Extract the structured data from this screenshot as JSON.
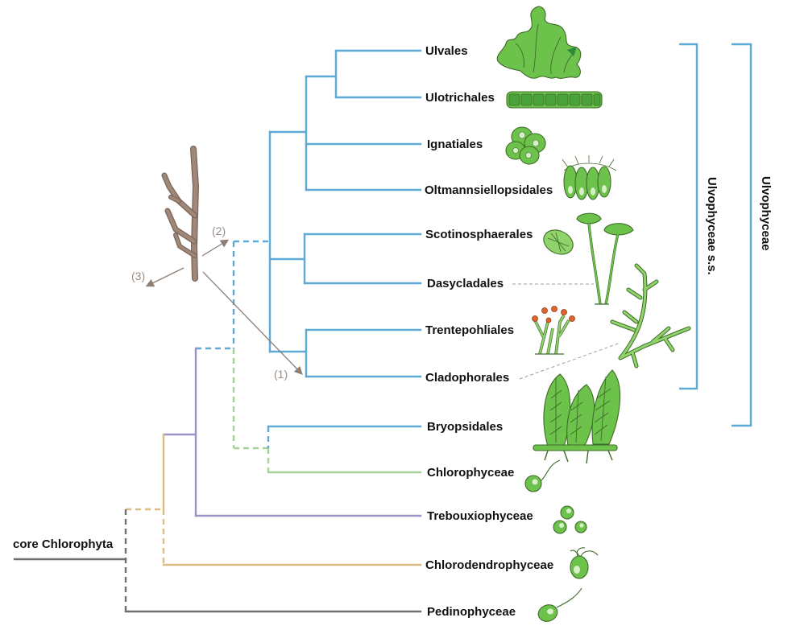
{
  "taxa": {
    "ulvales": "Ulvales",
    "ulotrichales": "Ulotrichales",
    "ignatiales": "Ignatiales",
    "oltmannsiellopsidales": "Oltmannsiellopsidales",
    "scotinosphaerales": "Scotinosphaerales",
    "dasycladales": "Dasycladales",
    "trentepohliales": "Trentepohliales",
    "cladophorales": "Cladophorales",
    "bryopsidales": "Bryopsidales",
    "chlorophyceae": "Chlorophyceae",
    "trebouxiophyceae": "Trebouxiophyceae",
    "chlorodendrophyceae": "Chlorodendrophyceae",
    "pedinophyceae": "Pedinophyceae"
  },
  "groups": {
    "core_chlorophyta": "core Chlorophyta",
    "ulvophyceae_ss": "Ulvophyceae s.s.",
    "ulvophyceae": "Ulvophyceae"
  },
  "hypotheses": {
    "h1": "(1)",
    "h2": "(2)",
    "h3": "(3)"
  },
  "colors": {
    "ulvophyceae_blue": "#5ea9d6",
    "chlorophyceae_green": "#a7cf9a",
    "trebouxiophyceae_purple": "#9b92c6",
    "chlorodendrophyceae_tan": "#d9bd84",
    "pedinophyceae_gray": "#6f6f6f",
    "alga_green": "#6cc24a",
    "root_brown": "#a08878"
  },
  "icons": [
    "ulva-thallus-icon",
    "filament-icon",
    "coccoid-cells-icon",
    "chloroplast-fan-icon",
    "dasycladus-icon",
    "cladophora-icon",
    "trentepohlia-icon",
    "bryopsis-icon",
    "flagellate-icon",
    "branching-alga-icon"
  ]
}
